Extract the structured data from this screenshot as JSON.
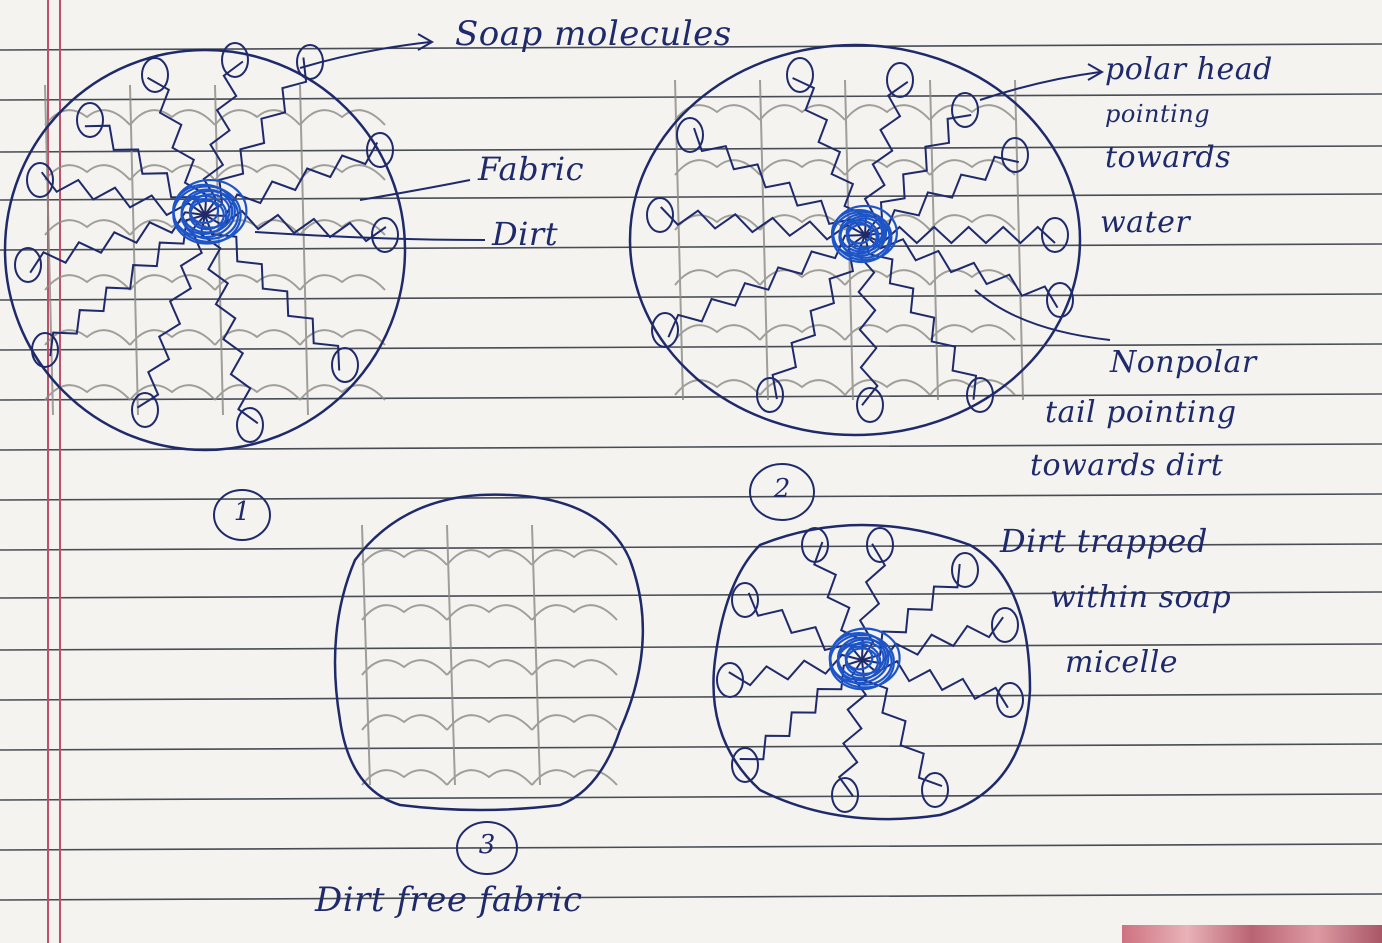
{
  "labels": {
    "soap_molecules": "Soap molecules",
    "fabric": "Fabric",
    "dirt": "Dirt",
    "polar_head_l1": "polar head",
    "polar_head_l2": "pointing",
    "polar_head_l3": "towards",
    "polar_head_l4": "water",
    "nonpolar_l1": "Nonpolar",
    "nonpolar_l2": "tail pointing",
    "nonpolar_l3": "towards dirt",
    "trapped_l1": "Dirt trapped",
    "trapped_l2": "within soap",
    "trapped_l3": "micelle",
    "dirt_free": "Dirt free fabric"
  },
  "step_numbers": [
    "1",
    "2",
    "3"
  ],
  "colors": {
    "paper": "#f4f3ef",
    "rule_line": "#2b2f3a",
    "margin_line": "#c0506a",
    "ink": "#1f2a6b",
    "pencil": "#8a8a84",
    "dirt_blue": "#1d55c9"
  }
}
